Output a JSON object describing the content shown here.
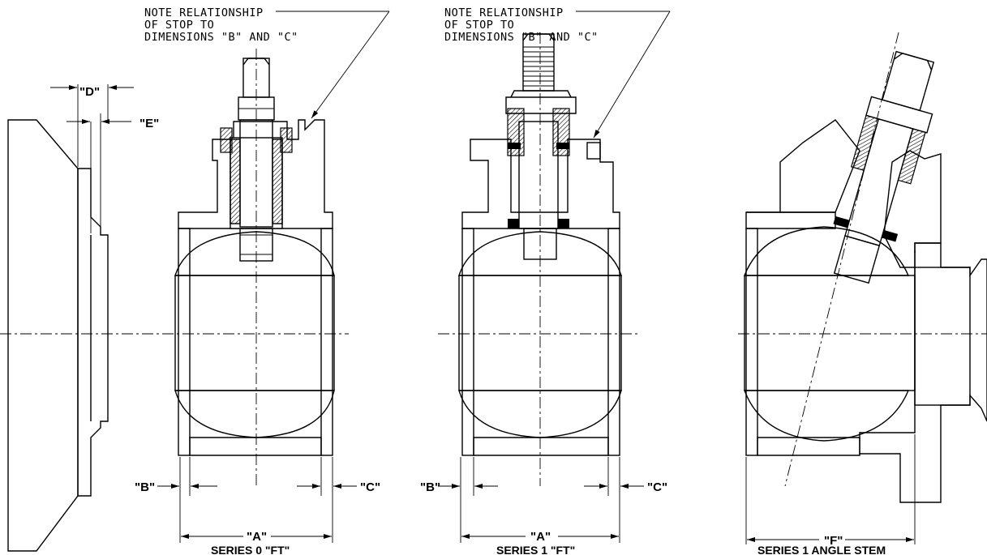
{
  "notes": {
    "left_note": [
      "NOTE RELATIONSHIP",
      "OF STOP TO",
      "DIMENSIONS \"B\" AND \"C\""
    ],
    "right_note": [
      "NOTE RELATIONSHIP",
      "OF STOP TO",
      "DIMENSIONS \"B\" AND \"C\""
    ]
  },
  "dimension_labels": {
    "d": "\"D\"",
    "e": "\"E\"",
    "b_left": "\"B\"",
    "c_left": "\"C\"",
    "a_left": "\"A\"",
    "b_right": "\"B\"",
    "c_right": "\"C\"",
    "a_right": "\"A\"",
    "f": "\"F\""
  },
  "captions": {
    "series0": "SERIES 0 \"FT\"",
    "series1": "SERIES 1 \"FT\"",
    "series1_angle": "SERIES 1 ANGLE STEM"
  }
}
